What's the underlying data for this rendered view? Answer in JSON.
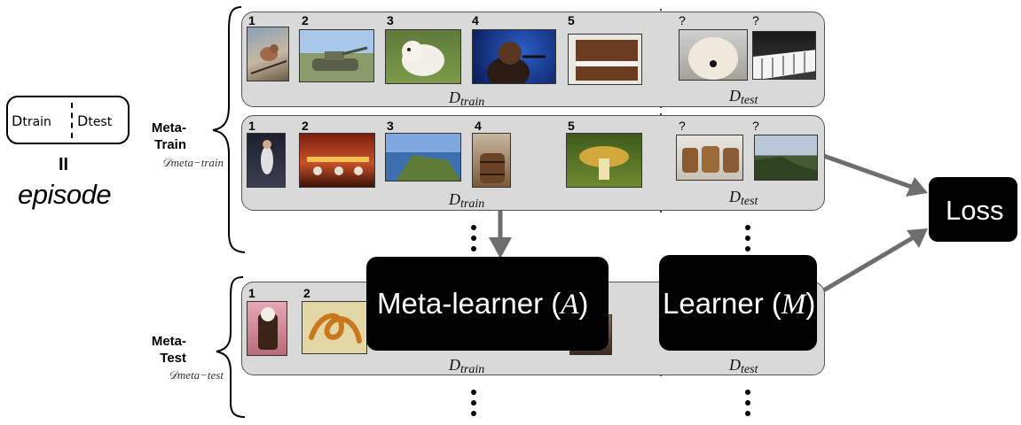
{
  "episode": {
    "d_train": "D",
    "d_train_sub": "train",
    "d_test": "D",
    "d_test_sub": "test",
    "equals": "II",
    "word": "episode"
  },
  "side": {
    "meta_train": "Meta-\nTrain",
    "meta_train_script": "𝒟meta−train",
    "meta_test": "Meta-\nTest",
    "meta_test_script": "𝒟meta−test"
  },
  "rows": [
    {
      "labels": [
        "1",
        "2",
        "3",
        "4",
        "5",
        "?",
        "?"
      ],
      "d_train": "D",
      "d_train_sub": "train",
      "d_test": "D",
      "d_test_sub": "test"
    },
    {
      "labels": [
        "1",
        "2",
        "3",
        "4",
        "5",
        "?",
        "?"
      ],
      "d_train": "D",
      "d_train_sub": "train",
      "d_test": "D",
      "d_test_sub": "test"
    },
    {
      "labels": [
        "1",
        "2"
      ],
      "d_train": "D",
      "d_train_sub": "train",
      "d_test": "D",
      "d_test_sub": "test"
    }
  ],
  "blocks": {
    "meta_learner": "Meta-learner (",
    "meta_learner_var": "A",
    "meta_learner_close": ")",
    "learner": "Learner (",
    "learner_var": "M",
    "learner_close": ")",
    "loss": "Loss"
  },
  "colors": {
    "panel": "#d9d9d9",
    "block": "#000000",
    "arrow": "#6e6e6e"
  }
}
